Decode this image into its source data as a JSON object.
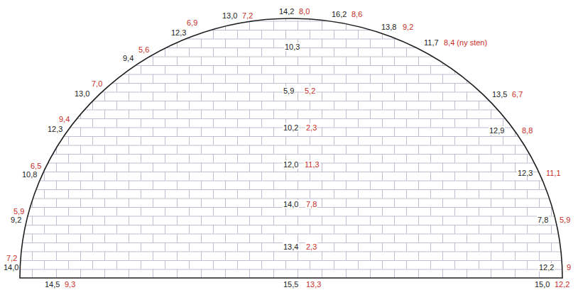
{
  "diagram": {
    "labels": [
      "13,0",
      "7,2",
      "14,2",
      "8,0",
      "16,2",
      "8,6",
      "6,9",
      "12,3",
      "13,8",
      "9,2",
      "10,3",
      "11,7",
      "8,4 (ny sten)",
      "5,6",
      "9,4",
      "7,0",
      "5,9",
      "5,2",
      "13,0",
      "13,5",
      "6,7",
      "9,4",
      "12,3",
      "10,2",
      "2,3",
      "12,9",
      "8,8",
      "12,0",
      "11,3",
      "6,5",
      "10,8",
      "12,3",
      "11,1",
      "14,0",
      "7,8",
      "5,9",
      "9,2",
      "7,8",
      "5,9",
      "13,4",
      "2,3",
      "7,2",
      "14,0",
      "12,2",
      "9",
      "14,5",
      "9,3",
      "15,5",
      "13,3",
      "15,0",
      "12,2"
    ]
  }
}
